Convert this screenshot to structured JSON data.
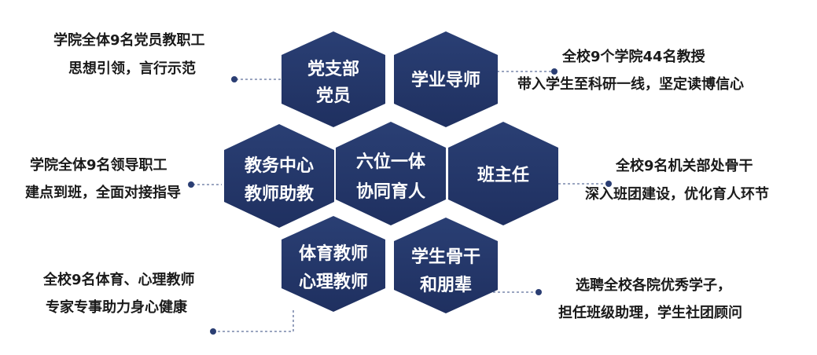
{
  "colors": {
    "hex_fill": "#243767",
    "connector": "#5d6f9a",
    "text": "#1a1a1a"
  },
  "hexagons": [
    {
      "id": "party",
      "lines": [
        "党支部",
        "党员"
      ]
    },
    {
      "id": "mentor",
      "lines": [
        "学业导师"
      ]
    },
    {
      "id": "academic",
      "lines": [
        "教务中心",
        "教师助教"
      ]
    },
    {
      "id": "center",
      "lines": [
        "六位一体",
        "协同育人"
      ]
    },
    {
      "id": "class",
      "lines": [
        "班主任"
      ]
    },
    {
      "id": "pe",
      "lines": [
        "体育教师",
        "心理教师"
      ]
    },
    {
      "id": "peer",
      "lines": [
        "学生骨干",
        "和朋辈"
      ]
    }
  ],
  "descriptions": [
    {
      "id": "party",
      "lines": [
        "学院全体9名党员教职工",
        "思想引领，言行示范"
      ]
    },
    {
      "id": "mentor",
      "lines": [
        "全校9个学院44名教授",
        "带入学生至科研一线，坚定读博信心"
      ]
    },
    {
      "id": "academic",
      "lines": [
        "学院全体9名领导职工",
        "建点到班，全面对接指导"
      ]
    },
    {
      "id": "class",
      "lines": [
        "全校9名机关部处骨干",
        "深入班团建设，优化育人环节"
      ]
    },
    {
      "id": "pe",
      "lines": [
        "全校9名体育、心理教师",
        "专家专事助力身心健康"
      ]
    },
    {
      "id": "peer",
      "lines": [
        "选聘全校各院优秀学子，",
        "担任班级助理，学生社团顾问"
      ]
    }
  ]
}
